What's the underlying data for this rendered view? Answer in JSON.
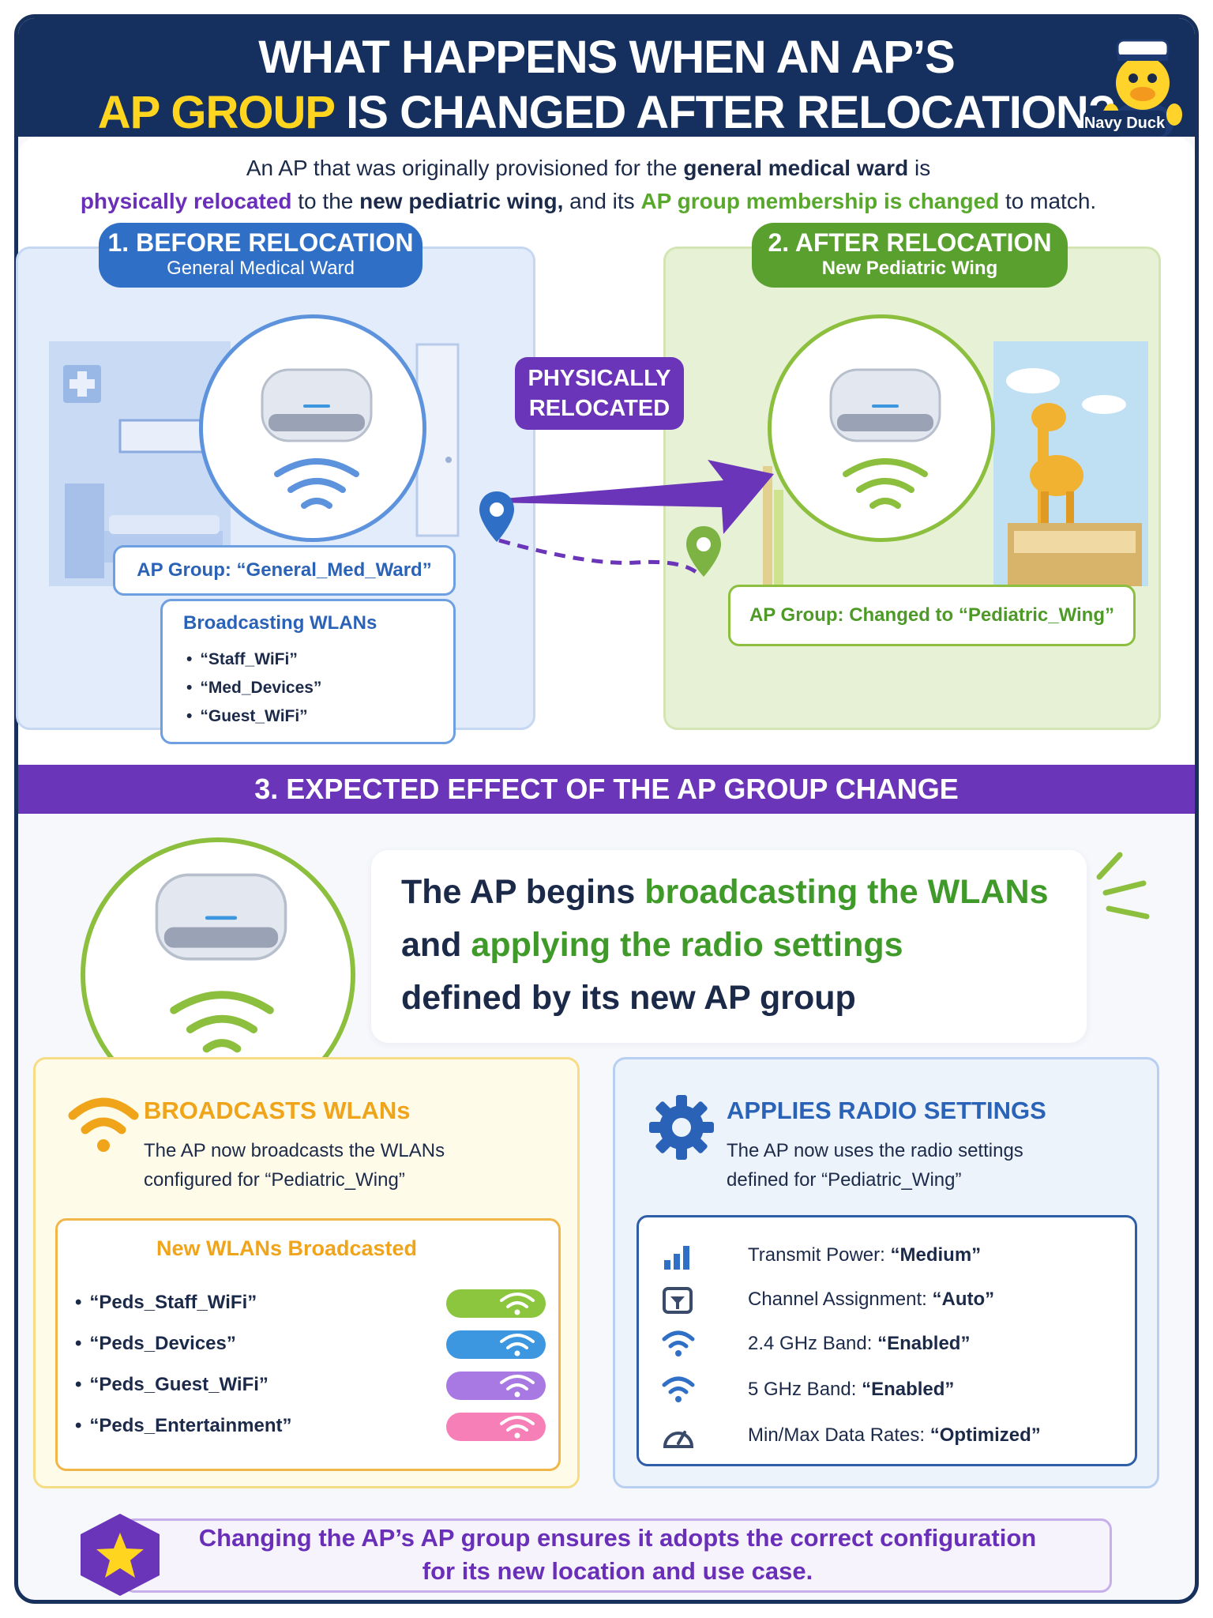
{
  "header": {
    "title_line1": "WHAT HAPPENS WHEN AN AP’S",
    "title_line2_highlight": "AP GROUP",
    "title_line2_rest": "IS CHANGED AFTER RELOCATION?",
    "mascot_label": "Navy Duck"
  },
  "intro": {
    "p1": "An AP that was originally provisioned for the ",
    "b1": "general medical ward",
    "p2": " is",
    "purple1": "physically relocated",
    "p3": " to the ",
    "b2": "new pediatric wing,",
    "p4": " and its ",
    "green1": "AP group membership is changed",
    "p5": " to match."
  },
  "before": {
    "title": "1. BEFORE RELOCATION",
    "subtitle": "General Medical Ward",
    "ap_group": "AP Group: “General_Med_Ward”",
    "wlans_heading": "Broadcasting WLANs",
    "wlans": [
      "“Staff_WiFi”",
      "“Med_Devices”",
      "“Guest_WiFi”"
    ]
  },
  "move": {
    "line1": "PHYSICALLY",
    "line2": "RELOCATED"
  },
  "after": {
    "title": "2. AFTER RELOCATION",
    "subtitle": "New Pediatric Wing",
    "ap_group": "AP Group: Changed to “Pediatric_Wing”"
  },
  "effect": {
    "band": "3. EXPECTED EFFECT OF THE AP GROUP CHANGE",
    "t1": "The AP begins ",
    "g1": "broadcasting the WLANs",
    "t2": "and ",
    "g2": "applying the radio settings",
    "t3": "defined by its new AP group"
  },
  "broadcasts": {
    "title": "BROADCASTS WLANs",
    "desc_line1": "The AP now broadcasts the WLANs",
    "desc_line2": "configured for “Pediatric_Wing”",
    "list_heading": "New WLANs Broadcasted",
    "wlans": [
      {
        "name": "“Peds_Staff_WiFi”",
        "color": "#8cc63f"
      },
      {
        "name": "“Peds_Devices”",
        "color": "#3c96e0"
      },
      {
        "name": "“Peds_Guest_WiFi”",
        "color": "#a879e2"
      },
      {
        "name": "“Peds_Entertainment”",
        "color": "#f77fb7"
      }
    ]
  },
  "radio": {
    "title": "APPLIES RADIO SETTINGS",
    "desc_line1": "The AP now uses the radio settings",
    "desc_line2": "defined for “Pediatric_Wing”",
    "settings": [
      {
        "label": "Transmit Power: ",
        "value": "“Medium”",
        "icon": "signal-bars-icon"
      },
      {
        "label": "Channel Assignment: ",
        "value": "“Auto”",
        "icon": "channel-icon"
      },
      {
        "label": "2.4 GHz Band: ",
        "value": "“Enabled”",
        "icon": "wifi-icon"
      },
      {
        "label": "5 GHz Band: ",
        "value": "“Enabled”",
        "icon": "wifi-icon"
      },
      {
        "label": "Min/Max Data Rates: ",
        "value": "“Optimized”",
        "icon": "gauge-icon"
      }
    ]
  },
  "footer": {
    "line1": "Changing the AP’s AP group ensures it adopts the correct configuration",
    "line2": "for its new location and use case."
  },
  "colors": {
    "navy": "#15305e",
    "purple": "#6a35b8",
    "green": "#5aa02e",
    "blue": "#2f6fc6",
    "yellow": "#f0a41a"
  }
}
